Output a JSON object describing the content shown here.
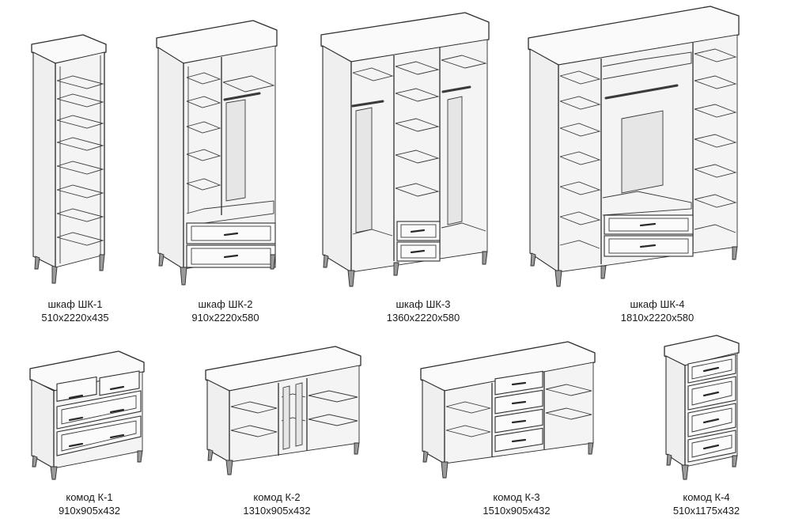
{
  "items": [
    {
      "name": "шкаф ШК-1",
      "size": "510x2220x435"
    },
    {
      "name": "шкаф ШК-2",
      "size": "910x2220x580"
    },
    {
      "name": "шкаф ШК-3",
      "size": "1360x2220x580"
    },
    {
      "name": "шкаф ШК-4",
      "size": "1810x2220x580"
    },
    {
      "name": "комод К-1",
      "size": "910x905x432"
    },
    {
      "name": "комод К-2",
      "size": "1310x905x432"
    },
    {
      "name": "комод К-3",
      "size": "1510x905x432"
    },
    {
      "name": "комод К-4",
      "size": "510x1175x432"
    }
  ]
}
